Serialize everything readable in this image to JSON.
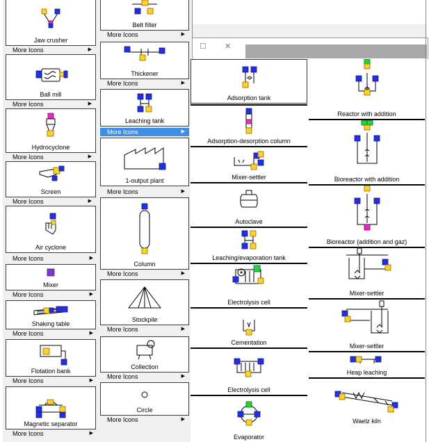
{
  "window": {
    "restore_glyph": "☐",
    "close_glyph": "✕"
  },
  "more_label": "More Icons",
  "col1": [
    "Jaw crusher",
    "Ball mill",
    "Hydrocyclone",
    "Screen",
    "Air cyclone",
    "Mixer",
    "Shaking table",
    "Flotation bank",
    "Magnetic separator"
  ],
  "col2": [
    "Belt filter",
    "Thickener",
    "Leaching tank",
    "1-output plant",
    "Column",
    "Stockpile",
    "Collection",
    "Circle"
  ],
  "col3": [
    "Adsorption tank",
    "Adsorption-desorption column",
    "Mixer-settler",
    "Autoclave",
    "Leaching/evaporation tank",
    "Electrolysis cell",
    "Cementation",
    "Electrolysis cell",
    "Evaporator"
  ],
  "col4": [
    "Reactor with addition",
    "Bioreactor with addition",
    "Bioreactor (addition and gaz)",
    "Mixer-settler",
    "Mixer-settler",
    "Heap leaching",
    "Waelz kiln"
  ],
  "colors": {
    "blue": "#2130e8",
    "yellow": "#ffd22a",
    "green": "#22d63a",
    "magenta": "#f025c8",
    "highlight": "#3d8ee6"
  }
}
